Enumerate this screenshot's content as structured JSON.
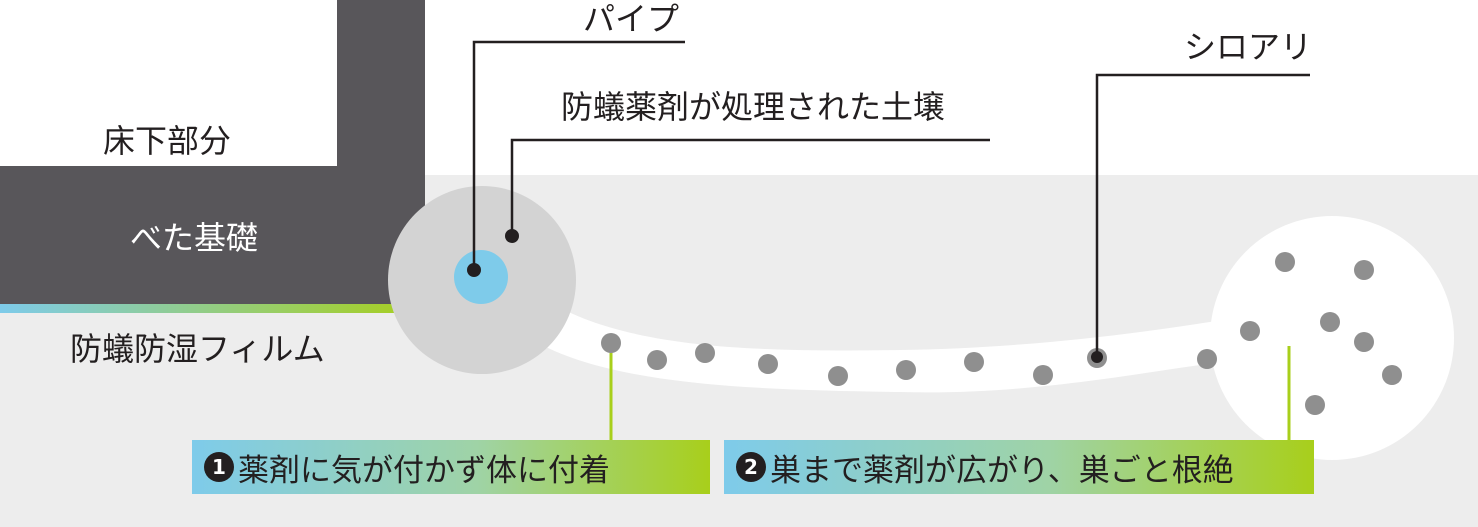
{
  "labels": {
    "underfloor": "床下部分",
    "foundation": "べた基礎",
    "film": "防蟻防湿フィルム",
    "pipe": "パイプ",
    "treated_soil": "防蟻薬剤が処理された土壌",
    "termite": "シロアリ"
  },
  "steps": [
    {
      "number": "1",
      "text": "薬剤に気が付かず体に付着"
    },
    {
      "number": "2",
      "text": "巣まで薬剤が広がり、巣ごと根絶"
    }
  ],
  "colors": {
    "foundation": "#58565a",
    "soil": "#ededed",
    "treated_zone": "#d3d3d3",
    "pipe": "#7ecbea",
    "termite": "#8f8f8f",
    "callout_line": "#a8cf1b",
    "film_start": "#7ecbea",
    "film_end": "#a8cf1b"
  }
}
